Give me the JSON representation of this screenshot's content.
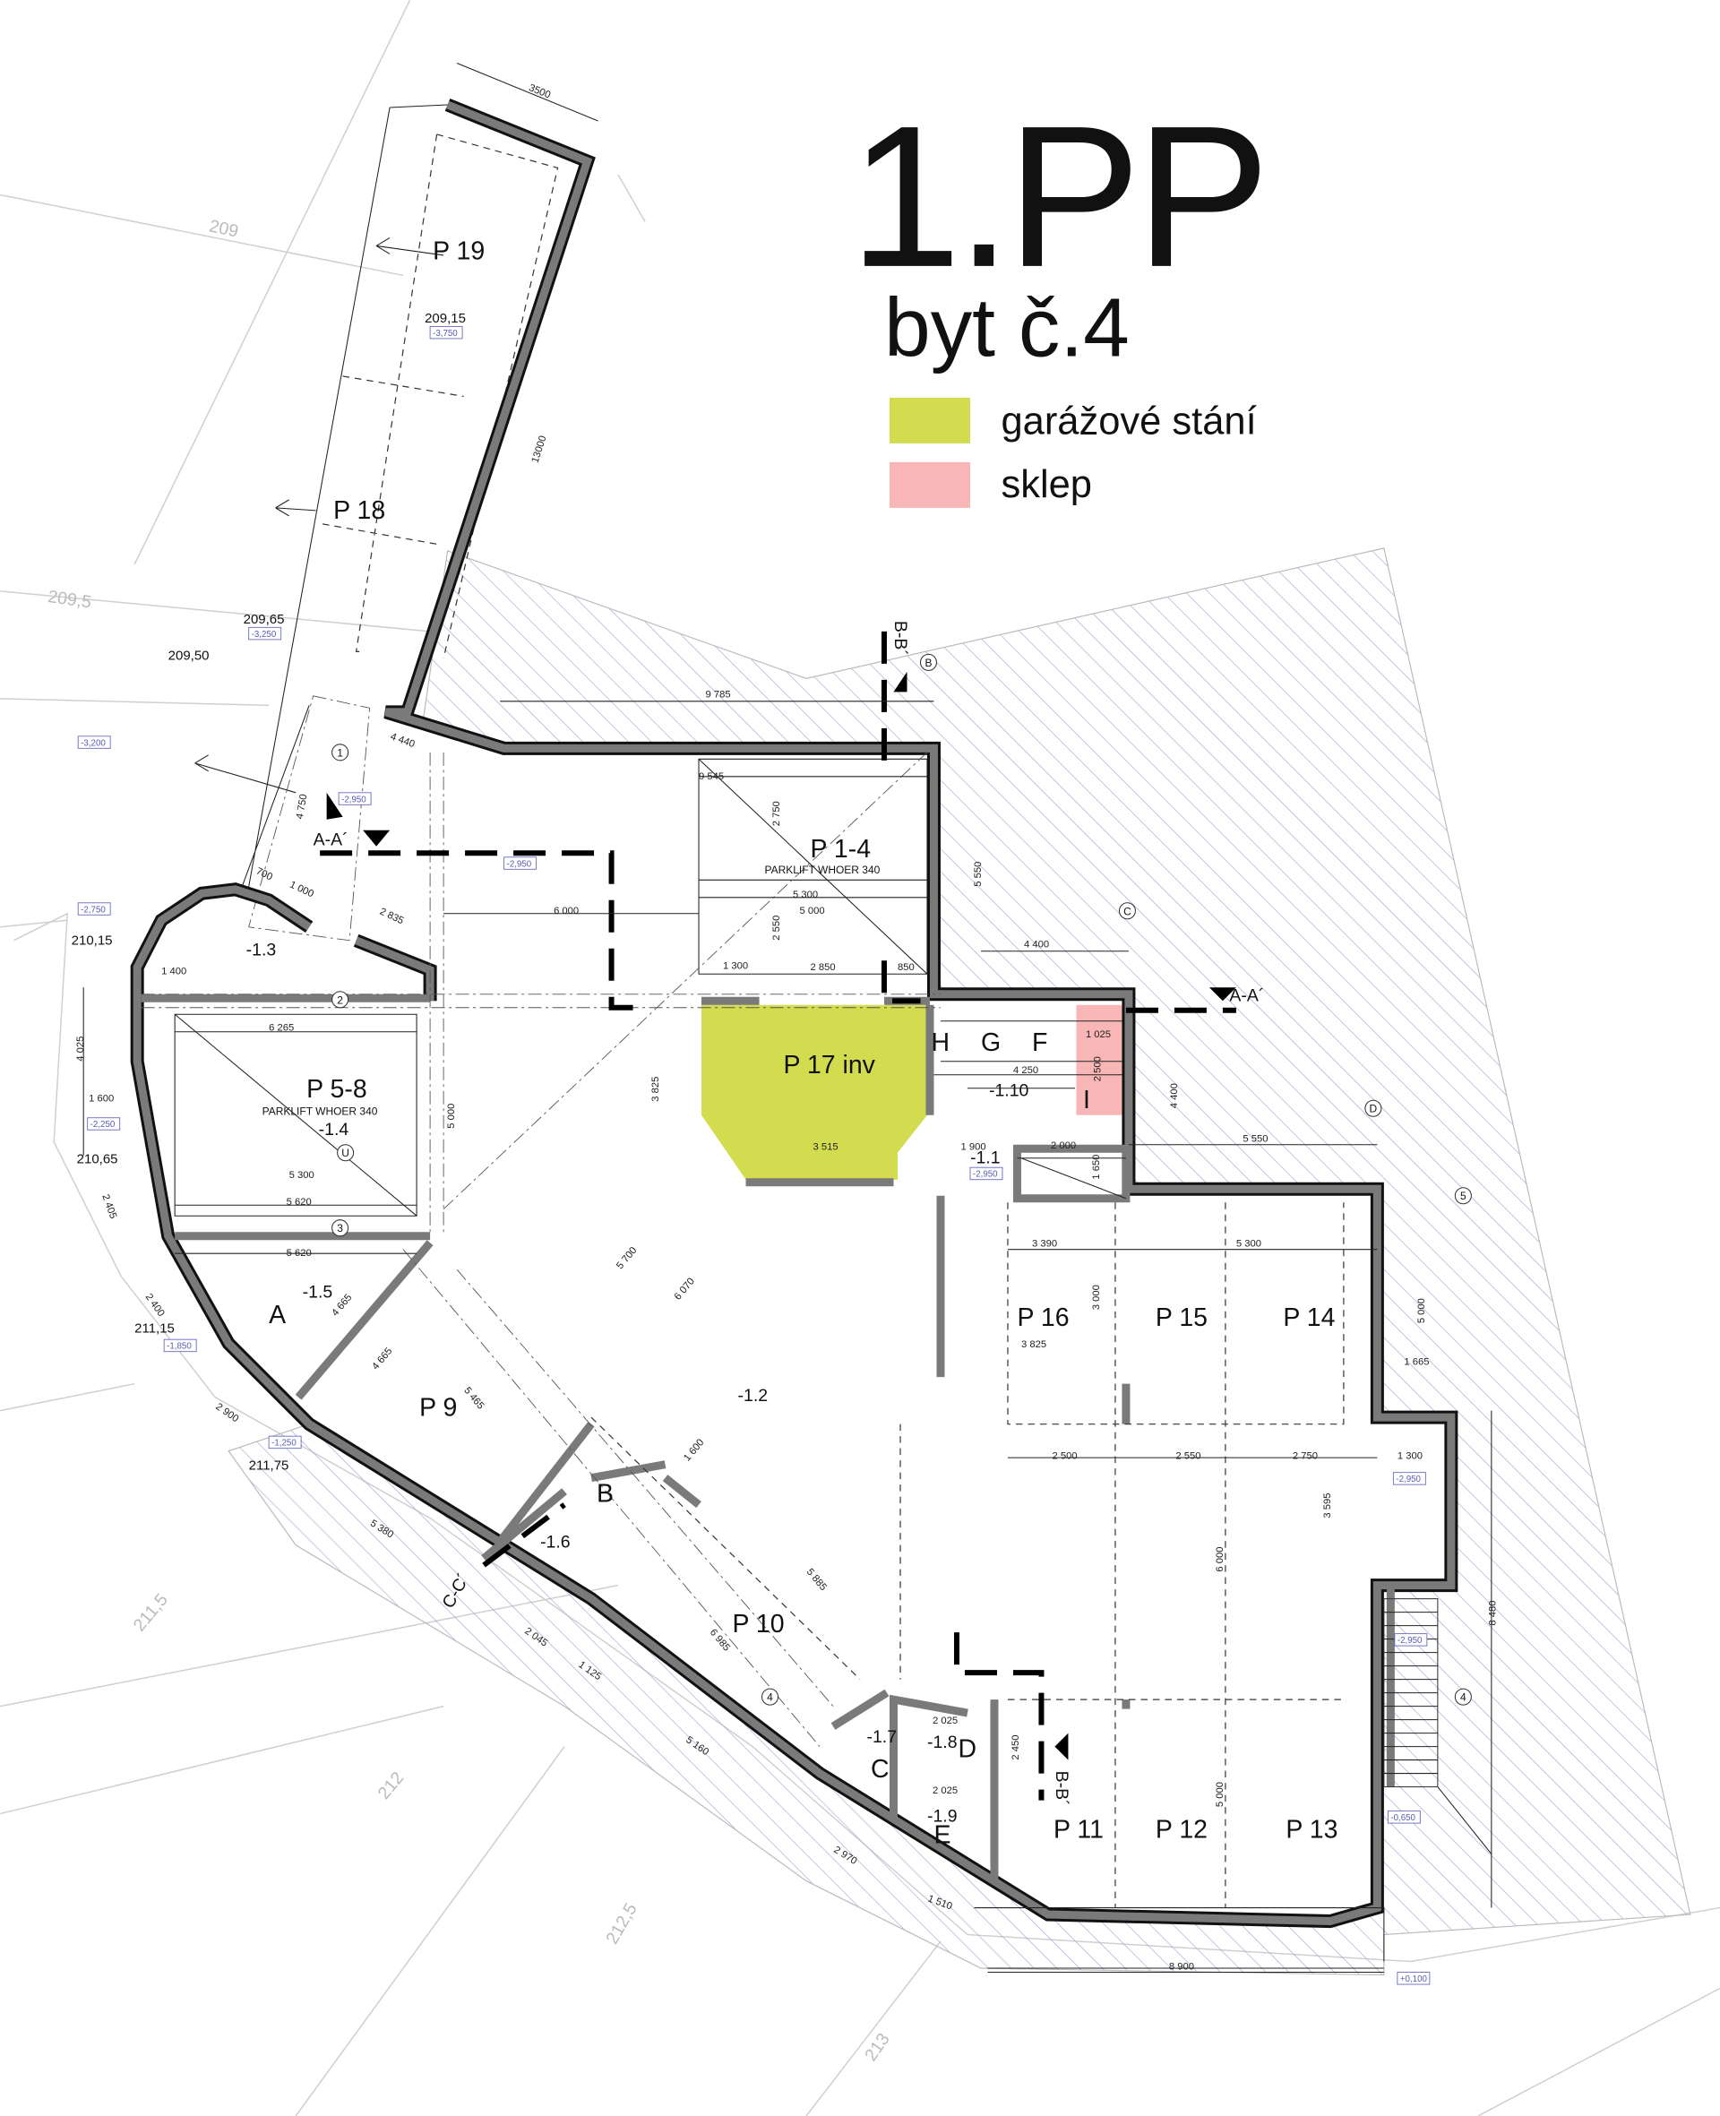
{
  "title": {
    "floor": "1.PP",
    "unit": "byt č.4"
  },
  "legend": [
    {
      "label": "garážové stání",
      "color": "#d2dc4e"
    },
    {
      "label": "sklep",
      "color": "#f8b6b6"
    }
  ],
  "colors": {
    "wall": "#7a7a7a",
    "hatch": "#a9a9d8",
    "parking_highlight": "#d2dc4e",
    "cellar_highlight": "#f8b6b6"
  },
  "rooms": {
    "p19": "P 19",
    "p18": "P 18",
    "p1_4": "P 1-4",
    "p1_4_lift": "PARKLIFT WHOER 340",
    "p17": "P 17 inv",
    "h": "H",
    "g": "G",
    "f": "F",
    "i": "I",
    "r110": "-1.10",
    "p5_8": "P 5-8",
    "p5_8_lift": "PARKLIFT WHOER 340",
    "r14": "-1.4",
    "r13": "-1.3",
    "r11": "-1.1",
    "p16": "P 16",
    "p15": "P 15",
    "p14": "P 14",
    "a": "A",
    "r15": "-1.5",
    "p9": "P 9",
    "r12": "-1.2",
    "b": "B",
    "r16": "-1.6",
    "p10": "P 10",
    "c": "C",
    "d": "D",
    "r18": "-1.8",
    "e": "E",
    "r19": "-1.9",
    "r17": "-1.7",
    "p11": "P 11",
    "p12": "P 12",
    "p13": "P 13"
  },
  "sections": {
    "aa_left": "A-A´",
    "aa_right": "A-A´",
    "bb_top": "B-B´",
    "bb_bottom": "B-B´",
    "cc": "C-C´"
  },
  "contours": [
    "209",
    "209,5",
    "211,5",
    "212",
    "212,5",
    "213"
  ],
  "elevations": [
    "209,15",
    "209,65",
    "209,50",
    "210,15",
    "210,65",
    "211,15",
    "211,75"
  ],
  "level_boxes": [
    "-3,750",
    "-3,250",
    "-3,200",
    "-2,950",
    "-2,950",
    "-2,750",
    "-2,250",
    "-1,850",
    "-1,250",
    "-2,950",
    "-2,950",
    "-0,650",
    "+0,100",
    "-2,950"
  ],
  "axes": [
    "1",
    "2",
    "3",
    "4",
    "5",
    "B",
    "C",
    "D",
    "U",
    "4"
  ],
  "dimensions": {
    "d3500": "3500",
    "d13000": "13000",
    "d9785": "9 785",
    "d9545": "9 545",
    "d6000": "6 000",
    "d5300a": "5 300",
    "d5000a": "5 000",
    "d2750": "2 750",
    "d2550": "2 550",
    "d1300a": "1 300",
    "d2850": "2 850",
    "d850": "850",
    "d5550": "5 550",
    "d4400a": "4 400",
    "d4400b": "4 400",
    "d5550b": "5 550",
    "d4250": "4 250",
    "d1025": "1 025",
    "d2500": "2 500",
    "d1900": "1 900",
    "d2000": "2 000",
    "d1650": "1 650",
    "d3515": "3 515",
    "d3825": "3 825",
    "d6265": "6 265",
    "d5300b": "5 300",
    "d5620a": "5 620",
    "d5620b": "5 620",
    "d5000b": "5 000",
    "d1400": "1 400",
    "d4025": "4 025",
    "d1600": "1 600",
    "d2405": "2 405",
    "d2400": "2 400",
    "d2900": "2 900",
    "d5380": "5 380",
    "d2045": "2 045",
    "d1125": "1 125",
    "d5160": "5 160",
    "d2970": "2 970",
    "d1510": "1 510",
    "d8900": "8 900",
    "d8480": "8 480",
    "d3390": "3 390",
    "d3825b": "3 825",
    "d5300c": "5 300",
    "d5000c": "5 000",
    "d1665": "1 665",
    "d2500b": "2 500",
    "d2550b": "2 550",
    "d2750b": "2 750",
    "d1300b": "1 300",
    "d6000b": "6 000",
    "d3595": "3 595",
    "d5700": "5 700",
    "d6070": "6 070",
    "d5465": "5 465",
    "d4665a": "4 665",
    "d4665b": "4 665",
    "d5885": "5 885",
    "d6985": "6 985",
    "d4750": "4 750",
    "d4440": "4 440",
    "d700": "700",
    "d1000": "1 000",
    "d2835": "2 835",
    "d2025a": "2 025",
    "d2025b": "2 025",
    "d2450": "2 450",
    "d5000d": "5 000",
    "d1600b": "1 600",
    "d3000": "3 000"
  }
}
